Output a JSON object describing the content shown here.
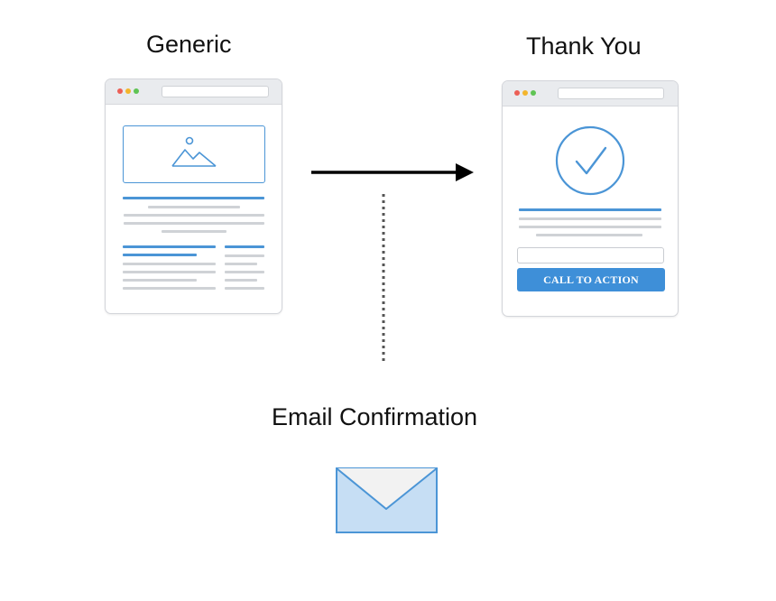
{
  "nodes": {
    "generic": {
      "label": "Generic"
    },
    "thank_you": {
      "label": "Thank You",
      "cta_label": "CALL TO ACTION"
    },
    "email": {
      "label": "Email Confirmation"
    }
  },
  "colors": {
    "accent_blue": "#4b95d6",
    "cta_blue": "#3e8fd8",
    "envelope_fill": "#c6def4",
    "dot_red": "#ec5f56",
    "dot_yellow": "#f3b52c",
    "dot_green": "#5fc454"
  },
  "icons": [
    "image-placeholder-icon",
    "checkmark-circle-icon",
    "envelope-icon",
    "arrow-right-icon"
  ]
}
